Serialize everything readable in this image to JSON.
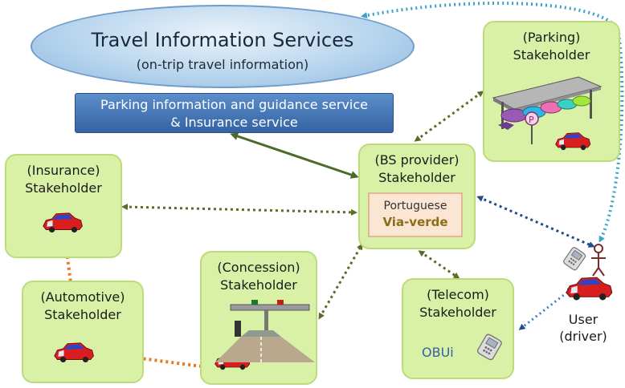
{
  "travel_services": {
    "title": "Travel Information Services",
    "subtitle": "(on-trip travel information)"
  },
  "service_bar": {
    "line1": "Parking information and guidance service",
    "line2": "& Insurance service"
  },
  "stakeholders": {
    "insurance": {
      "line1": "(Insurance)",
      "line2": "Stakeholder"
    },
    "automotive": {
      "line1": "(Automotive)",
      "line2": "Stakeholder"
    },
    "concession": {
      "line1": "(Concession)",
      "line2": "Stakeholder"
    },
    "bs_provider": {
      "line1": "(BS provider)",
      "line2": "Stakeholder"
    },
    "telecom": {
      "line1": "(Telecom)",
      "line2": "Stakeholder"
    },
    "parking": {
      "line1": "(Parking)",
      "line2": "Stakeholder"
    }
  },
  "via_verde": {
    "line1": "Portuguese",
    "line2": "Via-verde"
  },
  "obu_label": "OBUi",
  "user": {
    "line1": "User",
    "line2": "(driver)"
  },
  "colors": {
    "stakeholder_fill": "#d8f1a6",
    "service_bar": "#3e6fb0",
    "arrow_green": "#4a6b2a",
    "arrow_dark_green": "#5e6b28",
    "arrow_blue": "#1f4e89",
    "arrow_orange": "#e87a1e",
    "arrow_cyan": "#3aa3c9",
    "car_red": "#d81e1e"
  }
}
